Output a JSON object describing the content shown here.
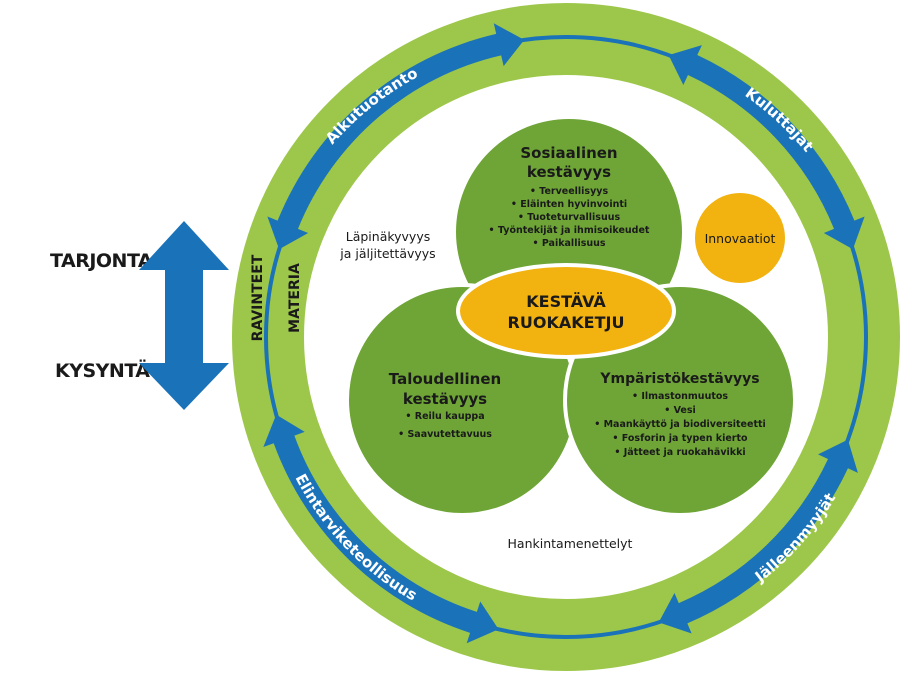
{
  "colors": {
    "ring_green": "#9dc74a",
    "flow_blue": "#1a72b9",
    "circle_green": "#6ea536",
    "center_yellow": "#f2b20f",
    "text_dark": "#1a1a1a",
    "white": "#ffffff"
  },
  "supply_demand": {
    "top_label": "TARJONTA",
    "bottom_label": "KYSYNTÄ",
    "arrow_icon": "double-headed-vertical-arrow"
  },
  "ring": {
    "inner_label_outer": "RAVINTEET",
    "inner_label_inner": "MATERIA",
    "actors": [
      {
        "id": "alkutuotanto",
        "label": "Alkutuotanto"
      },
      {
        "id": "kuluttajat",
        "label": "Kuluttajat"
      },
      {
        "id": "jalleenmyyjat",
        "label": "Jälleenmyyjät"
      },
      {
        "id": "elintarviketeollisuus",
        "label": "Elintarviketeollisuus"
      }
    ]
  },
  "inner_labels": {
    "transparency_line1": "Läpinäkyvyys",
    "transparency_line2": "ja jäljitettävyys",
    "procurement": "Hankintamenettelyt",
    "innovation": "Innovaatiot"
  },
  "center": {
    "line1": "KESTÄVÄ",
    "line2": "RUOKAKETJU"
  },
  "pillars": {
    "social": {
      "title_line1": "Sosiaalinen",
      "title_line2": "kestävyys",
      "items": [
        "• Terveellisyys",
        "• Eläinten hyvinvointi",
        "• Tuoteturvallisuus",
        "• Työntekijät ja ihmisoikeudet",
        "• Paikallisuus"
      ]
    },
    "economic": {
      "title_line1": "Taloudellinen",
      "title_line2": "kestävyys",
      "items": [
        "• Reilu kauppa",
        "• Saavutettavuus"
      ]
    },
    "environmental": {
      "title_line1": "Ympäristökestävyys",
      "items": [
        "• Ilmastonmuutos",
        "• Vesi",
        "• Maankäyttö ja biodiversiteetti",
        "• Fosforin ja typen kierto",
        "• Jätteet ja ruokahävikki"
      ]
    }
  }
}
